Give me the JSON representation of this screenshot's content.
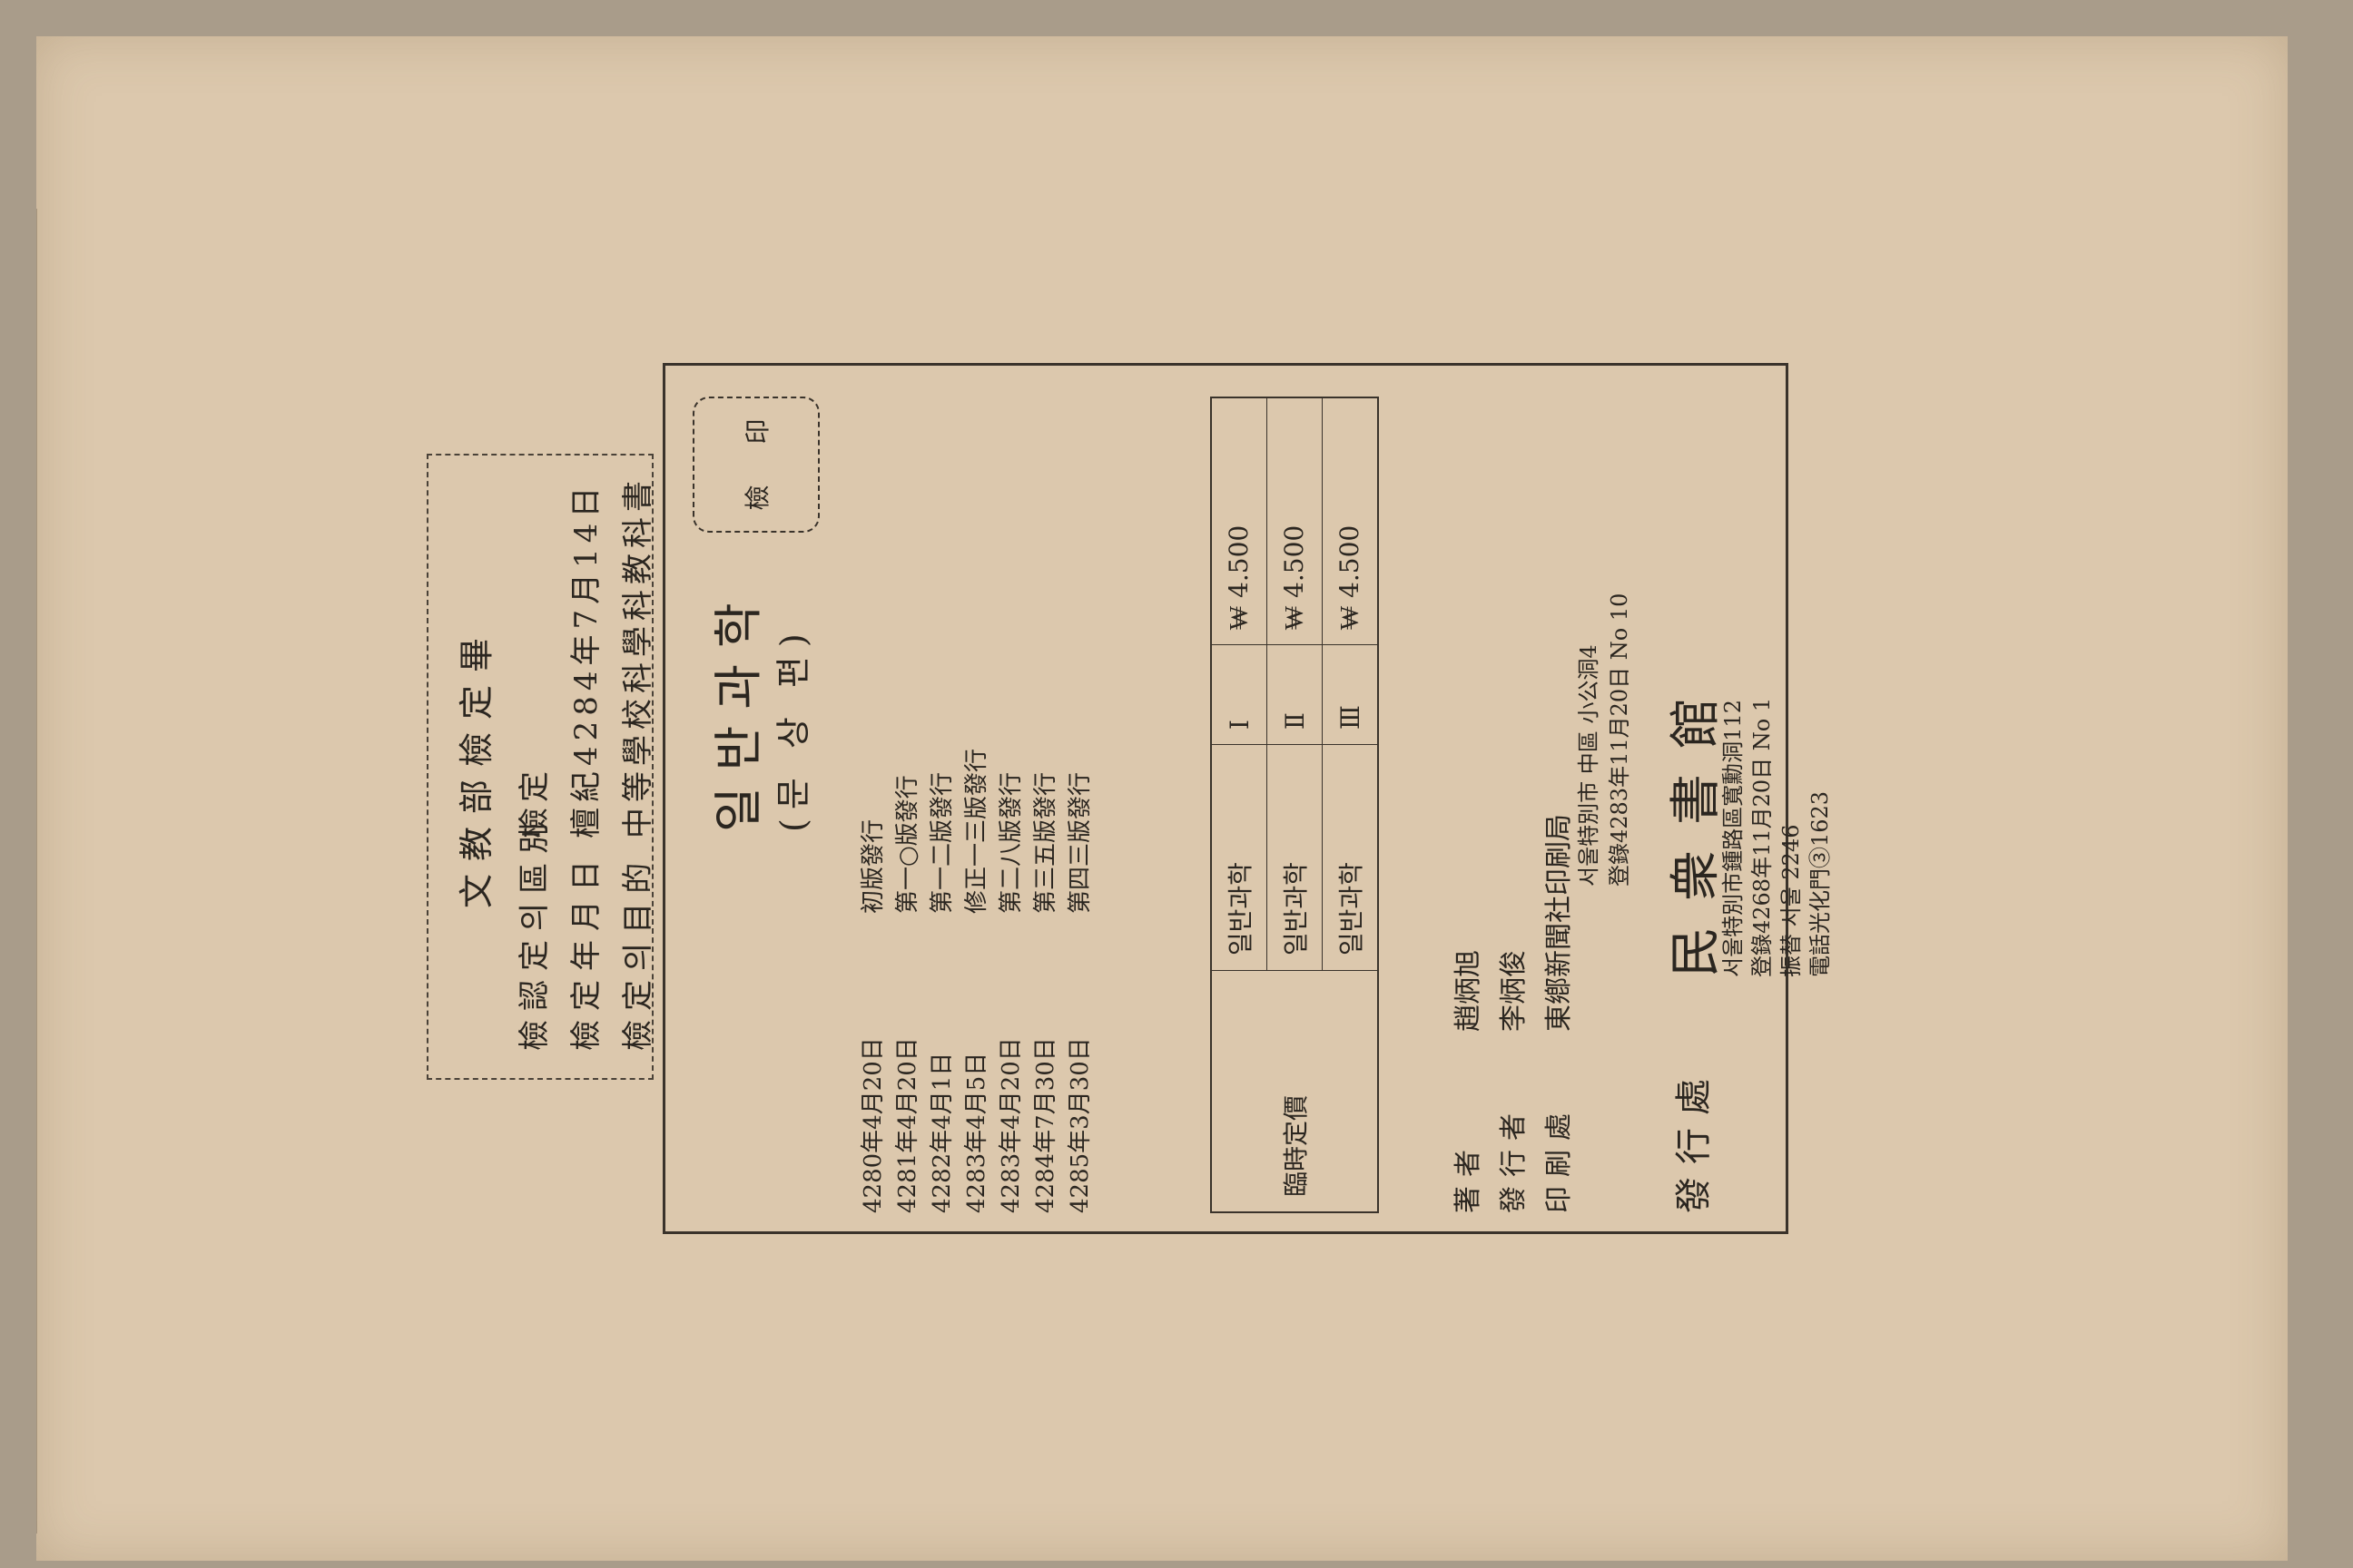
{
  "approval": {
    "header": "文教部檢定畢",
    "rows": [
      {
        "label": "檢認定의區別",
        "value": "檢定"
      },
      {
        "label": "檢定年月日",
        "value": "檀紀4284年7月14日"
      },
      {
        "label": "檢定의目的",
        "value": "中等學校科學科教科書"
      }
    ]
  },
  "book": {
    "title": "일반과학",
    "subtitle": "(문  상  편)"
  },
  "stamp": {
    "chars": [
      "檢",
      "印"
    ]
  },
  "history": [
    {
      "date": "4280年4月20日",
      "edition": "初版發行"
    },
    {
      "date": "4281年4月20日",
      "edition": "第一○版發行"
    },
    {
      "date": "4282年4月1日",
      "edition": "第一二版發行"
    },
    {
      "date": "4283年4月5日",
      "edition": "修正一三版發行"
    },
    {
      "date": "4283年4月20日",
      "edition": "第二八版發行"
    },
    {
      "date": "4284年7月30日",
      "edition": "第三五版發行"
    },
    {
      "date": "4285年3月30日",
      "edition": "第四三版發行"
    }
  ],
  "prices": {
    "label": "臨時定價",
    "rows": [
      {
        "book": "일반과학",
        "vol": "Ⅰ",
        "price": "₩ 4.500"
      },
      {
        "book": "일반과학",
        "vol": "Ⅱ",
        "price": "₩ 4.500"
      },
      {
        "book": "일반과학",
        "vol": "Ⅲ",
        "price": "₩ 4.500"
      }
    ]
  },
  "credits": [
    {
      "role": "著者",
      "name": "趙炳旭"
    },
    {
      "role": "發行者",
      "name": "李炳俊"
    },
    {
      "role": "印刷處",
      "name": "東鄕新聞社印刷局"
    }
  ],
  "printer_address": [
    "서울特別市 中區 小公洞4",
    "登錄4283年11月20日 No 10"
  ],
  "publisher": {
    "label": "發行處",
    "name": "民衆書館",
    "address": "서울特別市鍾路區寬勳洞112",
    "registration": "登錄4268年11月20日 No 1",
    "account": "振替 서울 2246",
    "phone": "電話光化門③1623"
  }
}
